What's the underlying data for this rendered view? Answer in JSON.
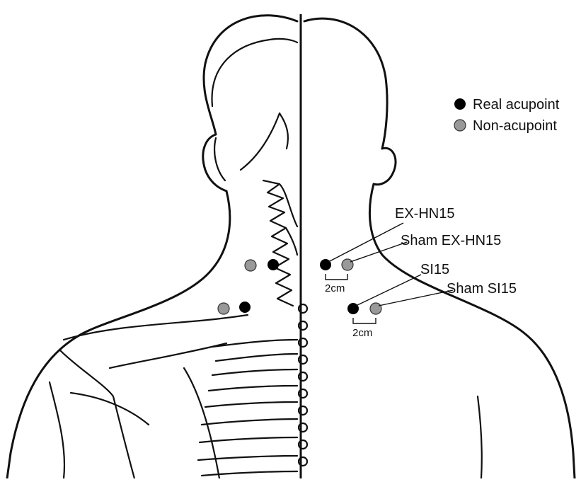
{
  "legend": {
    "items": [
      {
        "label": "Real acupoint",
        "color": "#000000"
      },
      {
        "label": "Non-acupoint",
        "color": "#999999"
      }
    ]
  },
  "annotations": {
    "ex_hn15": "EX-HN15",
    "sham_ex_hn15": "Sham EX-HN15",
    "si15": "SI15",
    "sham_si15": "Sham SI15",
    "distance_upper": "2cm",
    "distance_lower": "2cm"
  },
  "colors": {
    "real": "#000000",
    "sham": "#999999",
    "line": "#111111"
  }
}
